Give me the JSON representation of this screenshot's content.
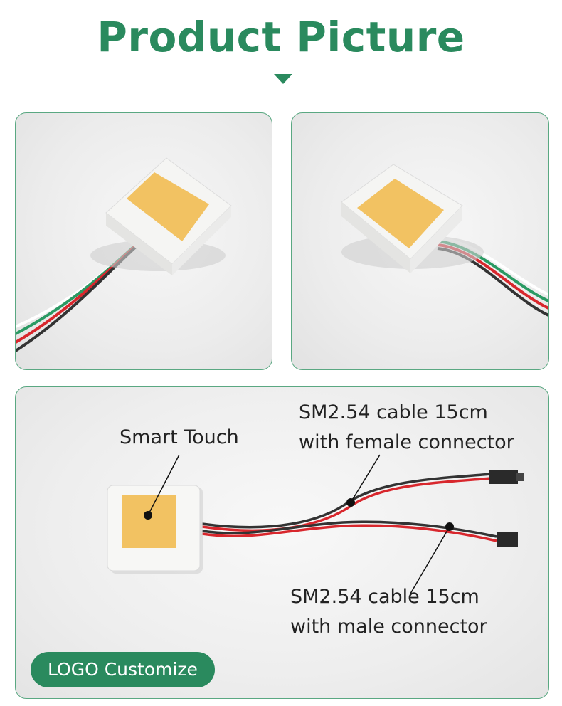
{
  "header": {
    "title": "Product Picture"
  },
  "annotations": {
    "smart_touch": "Smart Touch",
    "female_cable_line1": "SM2.54 cable 15cm",
    "female_cable_line2": "with female connector",
    "male_cable_line1": "SM2.54 cable 15cm",
    "male_cable_line2": "with male connector"
  },
  "badge": {
    "label": "LOGO Customize"
  },
  "colors": {
    "brand_green": "#2a8a5e",
    "pad_yellow": "#f2c262",
    "housing_white": "#f5f5f3",
    "wire_red": "#d8272d",
    "wire_black": "#333333",
    "wire_green": "#2a9a63"
  }
}
